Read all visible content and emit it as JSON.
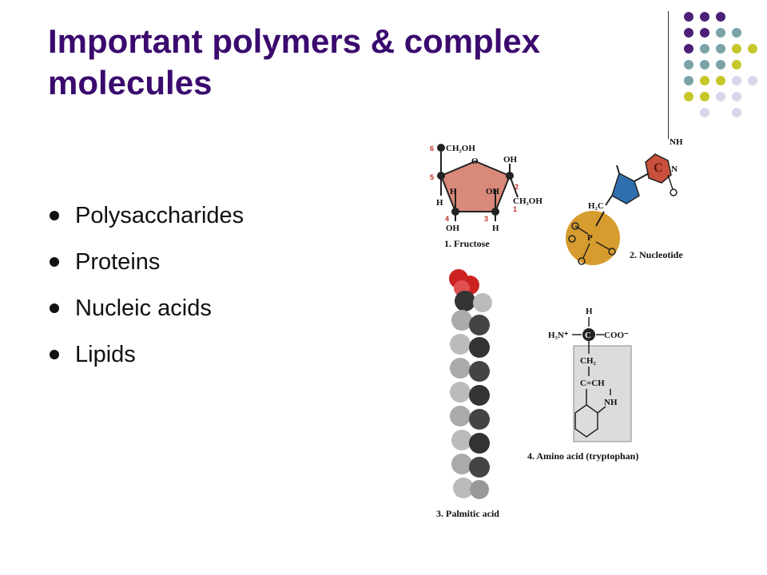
{
  "slide": {
    "title": "Important polymers & complex molecules",
    "bullets": [
      {
        "label": "Polysaccharides"
      },
      {
        "label": "Proteins"
      },
      {
        "label": "Nucleic acids"
      },
      {
        "label": "Lipids"
      }
    ]
  },
  "figure": {
    "fructose": {
      "caption": "1. Fructose",
      "atoms": {
        "ch2oh_top": "CH₂OH",
        "ring_o": "O",
        "oh_c2": "OH",
        "h_c5": "H",
        "oh_c3": "OH",
        "ch2oh_right": "CH₂OH",
        "h_left": "H",
        "oh_c4": "OH",
        "h_c3": "H"
      },
      "numbers": [
        "6",
        "5",
        "4",
        "3",
        "2",
        "1"
      ]
    },
    "nucleotide": {
      "caption": "2. Nucleotide",
      "atoms": {
        "nh": "NH",
        "c": "C",
        "n": "N",
        "o": "O",
        "h2c": "H₂C",
        "p": "P"
      }
    },
    "palmitic": {
      "caption": "3. Palmitic acid"
    },
    "amino": {
      "caption": "4. Amino acid (tryptophan)",
      "atoms": {
        "h": "H",
        "h3n": "H₃N⁺",
        "c": "C",
        "coo": "COO⁻",
        "ch2": "CH₂",
        "c_eq_ch": "C=CH",
        "nh": "NH"
      }
    }
  },
  "decor": {
    "colors": {
      "purple": "#4b2275",
      "teal": "#7aa3a5",
      "olive": "#c7c62a",
      "lavender": "#d9d6ea",
      "title": "#3a0a6e"
    }
  }
}
